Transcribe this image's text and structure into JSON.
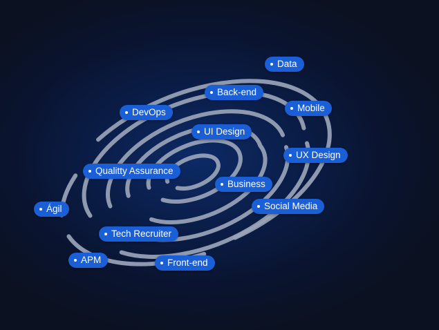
{
  "tags": {
    "data": "Data",
    "backend": "Back-end",
    "mobile": "Mobile",
    "devops": "DevOps",
    "ui_design": "UI Design",
    "ux_design": "UX Design",
    "quality_assurance": "Qualitty Assurance",
    "business": "Business",
    "agil": "Ágil",
    "social_media": "Social Media",
    "tech_recruiter": "Tech Recruiter",
    "apm": "APM",
    "frontend": "Front-end"
  }
}
